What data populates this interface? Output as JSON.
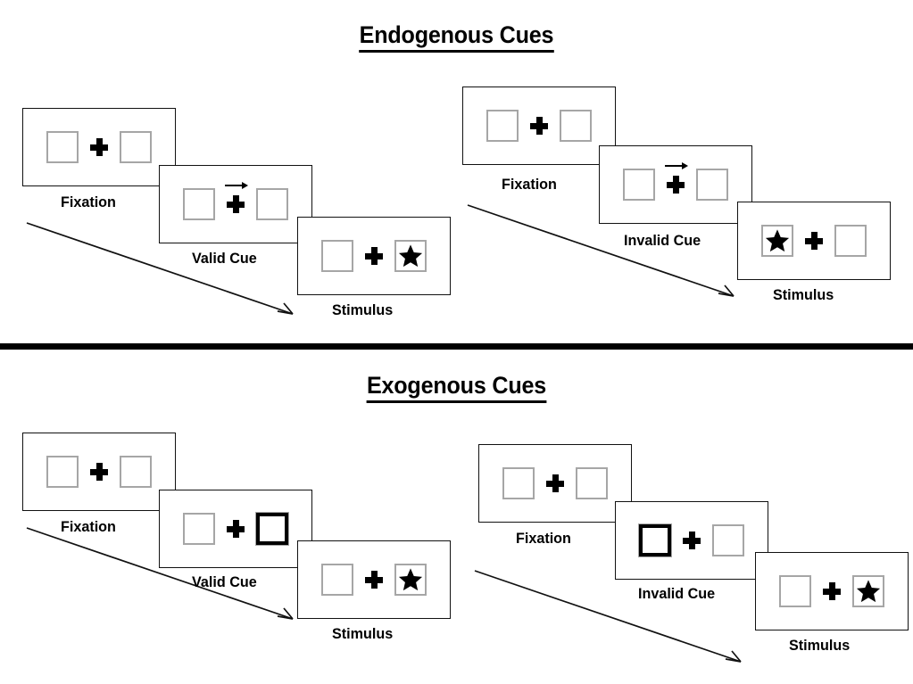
{
  "figure": {
    "title_endogenous": "Endogenous Cues",
    "title_exogenous": "Exogenous Cues"
  },
  "sections": [
    {
      "id": "endogenous",
      "title": "Endogenous Cues",
      "cue_type": "central-arrow",
      "sequences": [
        {
          "id": "endogenous-valid",
          "validity": "valid",
          "panels": [
            {
              "caption": "Fixation",
              "left_box": "empty",
              "right_box": "empty",
              "cue": "none",
              "arrow": "none"
            },
            {
              "caption": "Valid Cue",
              "left_box": "empty",
              "right_box": "empty",
              "cue": "arrow-right",
              "arrow": "right"
            },
            {
              "caption": "Stimulus",
              "left_box": "empty",
              "right_box": "star",
              "cue": "none",
              "arrow": "none"
            }
          ]
        },
        {
          "id": "endogenous-invalid",
          "validity": "invalid",
          "panels": [
            {
              "caption": "Fixation",
              "left_box": "empty",
              "right_box": "empty",
              "cue": "none",
              "arrow": "none"
            },
            {
              "caption": "Invalid Cue",
              "left_box": "empty",
              "right_box": "empty",
              "cue": "arrow-right",
              "arrow": "right"
            },
            {
              "caption": "Stimulus",
              "left_box": "star",
              "right_box": "empty",
              "cue": "none",
              "arrow": "none"
            }
          ]
        }
      ]
    },
    {
      "id": "exogenous",
      "title": "Exogenous Cues",
      "cue_type": "peripheral-box-highlight",
      "sequences": [
        {
          "id": "exogenous-valid",
          "validity": "valid",
          "panels": [
            {
              "caption": "Fixation",
              "left_box": "empty",
              "right_box": "empty",
              "cue": "none",
              "arrow": "none"
            },
            {
              "caption": "Valid Cue",
              "left_box": "empty",
              "right_box": "highlight",
              "cue": "box-right",
              "arrow": "none"
            },
            {
              "caption": "Stimulus",
              "left_box": "empty",
              "right_box": "star",
              "cue": "none",
              "arrow": "none"
            }
          ]
        },
        {
          "id": "exogenous-invalid",
          "validity": "invalid",
          "panels": [
            {
              "caption": "Fixation",
              "left_box": "empty",
              "right_box": "empty",
              "cue": "none",
              "arrow": "none"
            },
            {
              "caption": "Invalid Cue",
              "left_box": "highlight",
              "right_box": "empty",
              "cue": "box-left",
              "arrow": "none"
            },
            {
              "caption": "Stimulus",
              "left_box": "empty",
              "right_box": "star",
              "cue": "none",
              "arrow": "none"
            }
          ]
        }
      ]
    }
  ],
  "captions": {
    "fixation": "Fixation",
    "valid_cue": "Valid Cue",
    "invalid_cue": "Invalid Cue",
    "stimulus": "Stimulus"
  },
  "colors": {
    "background": "#ffffff",
    "frame_border": "#111111",
    "placeholder_box_border": "#a6a6a6",
    "cue_box_border": "#000000",
    "ink": "#000000",
    "divider": "#000000"
  },
  "flow_arrows": [
    {
      "id": "endogenous-valid-flow",
      "direction": "down-right"
    },
    {
      "id": "endogenous-invalid-flow",
      "direction": "down-right"
    },
    {
      "id": "exogenous-valid-flow",
      "direction": "down-right"
    },
    {
      "id": "exogenous-invalid-flow",
      "direction": "down-right"
    }
  ]
}
